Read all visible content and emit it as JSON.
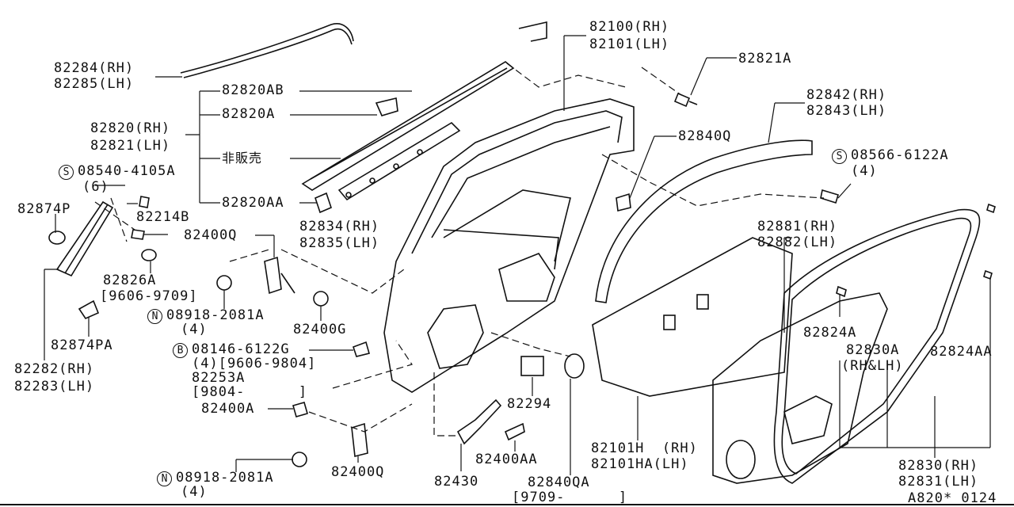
{
  "labels": {
    "p82284": "82284(RH)",
    "p82285_hl": "82285",
    "p82285_rest": "(LH)",
    "p82820ab": "82820AB",
    "p82820a": "82820A",
    "p82820rh": "82820(RH)",
    "p82821lh": "82821(LH)",
    "hihanbai": "非販売",
    "p82820aa": "82820AA",
    "s08540": "08540-4105A",
    "s08540_qty": "(6)",
    "p82874p": "82874P",
    "p82214b": "82214B",
    "p82400q_top": "82400Q",
    "p82826a": "82826A",
    "p82826a_date": "[9606-9709]",
    "n08918_top": "08918-2081A",
    "n08918_top_qty": "(4)",
    "p82874pa": "82874PA",
    "p82282": "82282(RH)",
    "p82283": "82283(LH)",
    "b08146": "08146-6122G",
    "b08146_sub": "(4)[9606-9804]",
    "p82253a": "82253A",
    "p82253a_date": "[9804-      ]",
    "p82400a": "82400A",
    "n08918_bot": "08918-2081A",
    "n08918_bot_qty": "(4)",
    "p82400q_bot": "82400Q",
    "p82400g": "82400G",
    "p82834": "82834(RH)",
    "p82835": "82835(LH)",
    "p82100": "82100(RH)",
    "p82101": "82101(LH)",
    "p82821a": "82821A",
    "p82842": "82842(RH)",
    "p82843": "82843(LH)",
    "p82840q": "82840Q",
    "s08566": "08566-6122A",
    "s08566_qty": "(4)",
    "p82881": "82881(RH)",
    "p82882": "82882(LH)",
    "p82824a": "82824A",
    "p82830a": "82830A",
    "p82830a_sub": "(RH&LH)",
    "p82824aa": "82824AA",
    "p82294": "82294",
    "p82101h": "82101H  (RH)",
    "p82101ha": "82101HA(LH)",
    "p82400aa": "82400AA",
    "p82430": "82430",
    "p82840qa": "82840QA",
    "p82840qa_date": "[9709-      ]",
    "p82830": "82830(RH)",
    "p82831": "82831(LH)",
    "ref_code": "A820* 0124"
  },
  "markers": {
    "s": "S",
    "n": "N",
    "b": "B"
  }
}
